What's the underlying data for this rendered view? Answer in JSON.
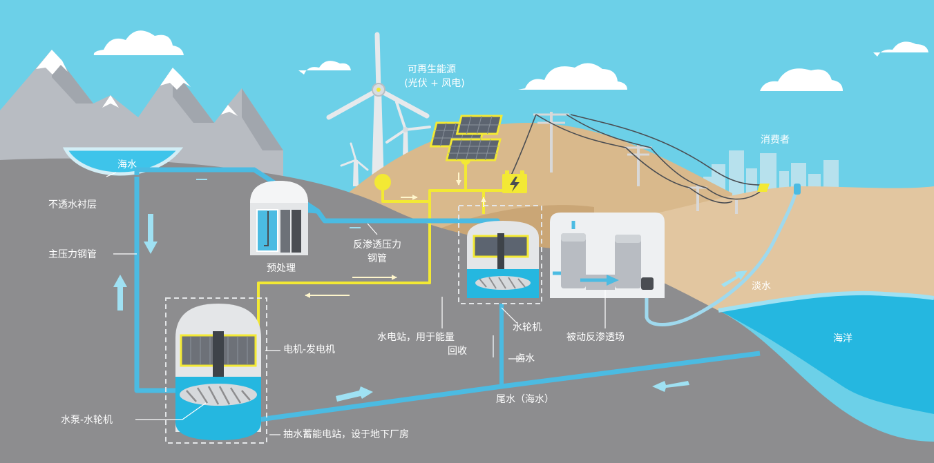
{
  "colors": {
    "sky": "#6cd0e8",
    "ground": "#8d8d8f",
    "sand": "#d9b98c",
    "water": "#25b7e0",
    "pipe": "#4bbbe2",
    "power": "#f3e934"
  },
  "labels": {
    "renewable_line1": "可再生能源",
    "renewable_line2": "(光伏 + 风电)",
    "consumers": "消费者",
    "upper_reservoir": "海水",
    "liner": "不透水衬层",
    "penstock": "主压力钢管",
    "pretreatment": "预处理",
    "ro_pipe_line1": "反渗透压力",
    "ro_pipe_line2": "钢管",
    "hydro_station_line1": "水电站，用于能量",
    "hydro_station_line2": "回收",
    "hydro_turbine": "水轮机",
    "passive_ro": "被动反渗透场",
    "fresh_water": "淡水",
    "ocean": "海洋",
    "brine": "卤水",
    "motor_generator": "电机-发电机",
    "tailwater": "尾水（海水）",
    "pump_turbine": "水泵-水轮机",
    "underground_plant": "抽水蓄能电站，设于地下厂房"
  }
}
